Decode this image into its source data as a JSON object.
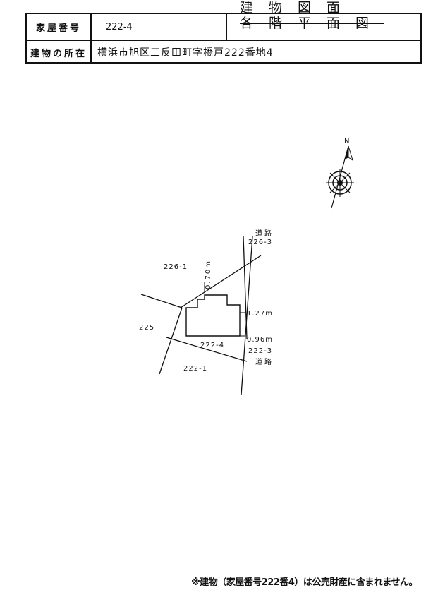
{
  "header": {
    "house_number_label": "家屋番号",
    "house_number_value": "222-4",
    "location_label": "建物の所在",
    "location_value": "横浜市旭区三反田町字橋戸222番地4",
    "title_building_drawing": "建物図面",
    "title_floor_plan_struck": "各階平面図"
  },
  "plan": {
    "north_label": "N",
    "road_top": {
      "name": "道路",
      "lot": "226-3"
    },
    "road_bottom": {
      "lot": "222-3",
      "name": "道路"
    },
    "lot_226_1": "226-1",
    "lot_225": "225",
    "lot_222_4": "222-4",
    "lot_222_1": "222-1",
    "dim_top": "0.70m",
    "dim_right": "1.27m",
    "dim_bottom": "0.96m"
  },
  "footnote": "※建物（家屋番号222番4）は公売財産に含まれません。",
  "colors": {
    "ink": "#111111",
    "paper": "#ffffff"
  }
}
